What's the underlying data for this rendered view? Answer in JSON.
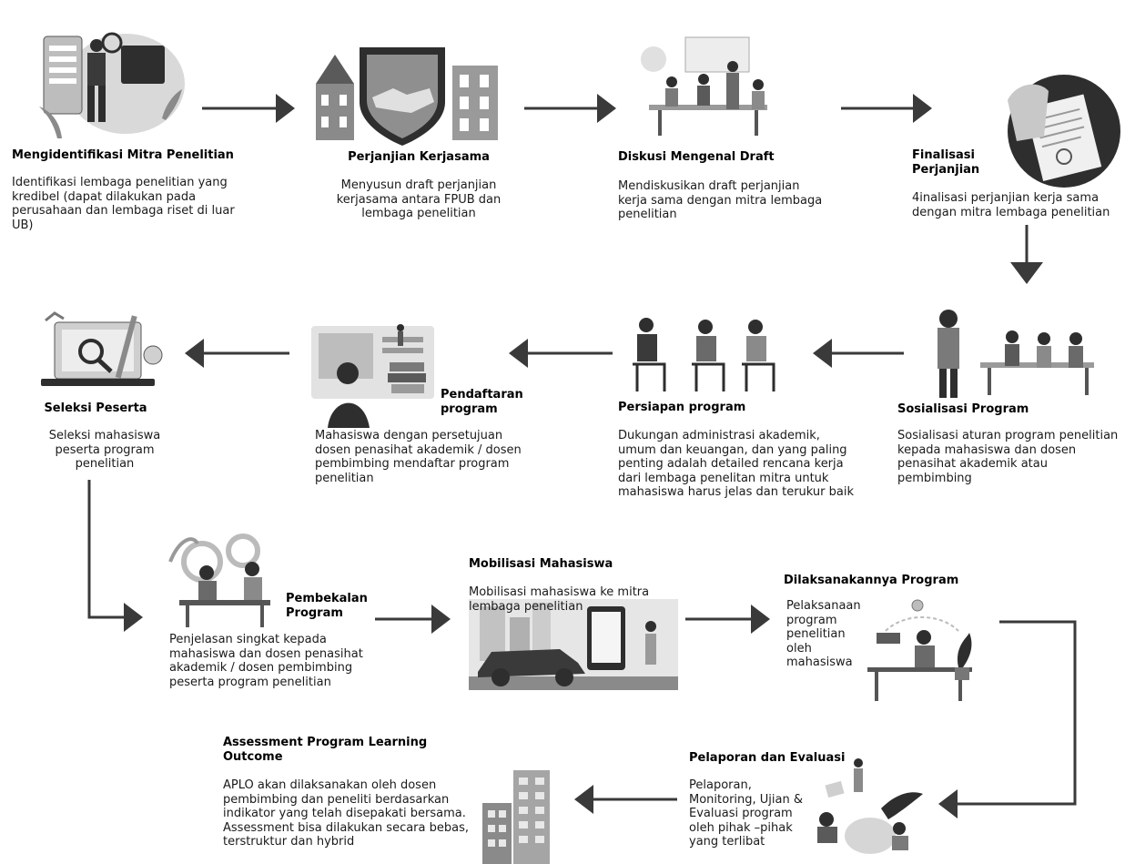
{
  "steps": {
    "s1": {
      "title": "Mengidentifikasi Mitra Penelitian",
      "desc": "Identifikasi lembaga penelitian yang kredibel (dapat dilakukan pada perusahaan dan lembaga riset di luar UB)"
    },
    "s2": {
      "title": "Perjanjian Kerjasama",
      "desc": "Menyusun draft perjanjian kerjasama antara FPUB dan lembaga penelitian"
    },
    "s3": {
      "title": "Diskusi Mengenal Draft",
      "desc": "Mendiskusikan draft perjanjian kerja sama dengan mitra lembaga penelitian"
    },
    "s4": {
      "title": "Finalisasi Perjanjian",
      "desc": "4inalisasi perjanjian kerja sama dengan mitra lembaga penelitian"
    },
    "s5": {
      "title": "Sosialisasi Program",
      "desc": "Sosialisasi aturan program penelitian kepada mahasiswa dan dosen penasihat akademik atau pembimbing"
    },
    "s6": {
      "title": "Persiapan program",
      "desc": "Dukungan administrasi akademik, umum dan keuangan, dan yang paling penting adalah detailed rencana kerja dari lembaga penelitan mitra untuk mahasiswa harus jelas dan terukur baik"
    },
    "s7": {
      "title": "Pendaftaran program",
      "desc": "Mahasiswa dengan persetujuan dosen penasihat akademik / dosen pembimbing mendaftar program penelitian"
    },
    "s8": {
      "title": "Seleksi Peserta",
      "desc": "Seleksi mahasiswa peserta program penelitian"
    },
    "s9": {
      "title": "Pembekalan Program",
      "desc": "Penjelasan singkat kepada mahasiswa dan dosen penasihat akademik / dosen pembimbing peserta program penelitian"
    },
    "s10": {
      "title": "Mobilisasi Mahasiswa",
      "desc": "Mobilisasi mahasiswa ke mitra lembaga penelitian"
    },
    "s11": {
      "title": "Dilaksanakannya Program",
      "desc": "Pelaksanaan program penelitian oleh mahasiswa"
    },
    "s12": {
      "title": "Pelaporan dan Evaluasi",
      "desc": "Pelaporan, Monitoring, Ujian & Evaluasi program oleh pihak –pihak yang terlibat"
    },
    "s13": {
      "title": "Assessment Program Learning Outcome",
      "desc": "APLO akan dilaksanakan oleh dosen pembimbing dan peneliti berdasarkan indikator yang telah disepakati bersama. Assessment bisa dilakukan secara bebas, terstruktur dan hybrid"
    }
  },
  "colors": {
    "arrow": "#3a3a3a",
    "illustration_dark": "#2e2e2e",
    "illustration_mid": "#8a8a8a",
    "illustration_light": "#d6d6d6"
  }
}
